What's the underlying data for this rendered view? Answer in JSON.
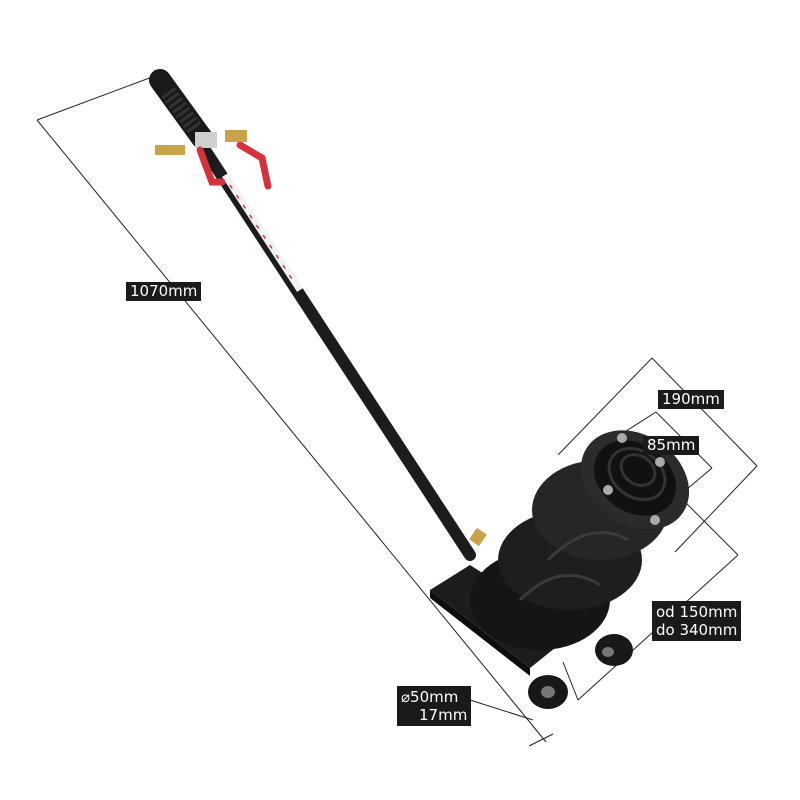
{
  "image": {
    "description_free": true
  },
  "labels": {
    "total_height": "1070mm",
    "base_diameter": "190mm",
    "saddle_diameter": "85mm",
    "lift_range_line1": "od 150mm",
    "lift_range_line2": "do 340mm",
    "wheel_line1": "⌀50mm",
    "wheel_line2": "17mm"
  },
  "colors": {
    "body": "#1c1c1c",
    "handle_red": "#d4323c",
    "brass": "#c9a24a",
    "label_bg": "#1a1a1a",
    "label_text": "#ffffff"
  }
}
